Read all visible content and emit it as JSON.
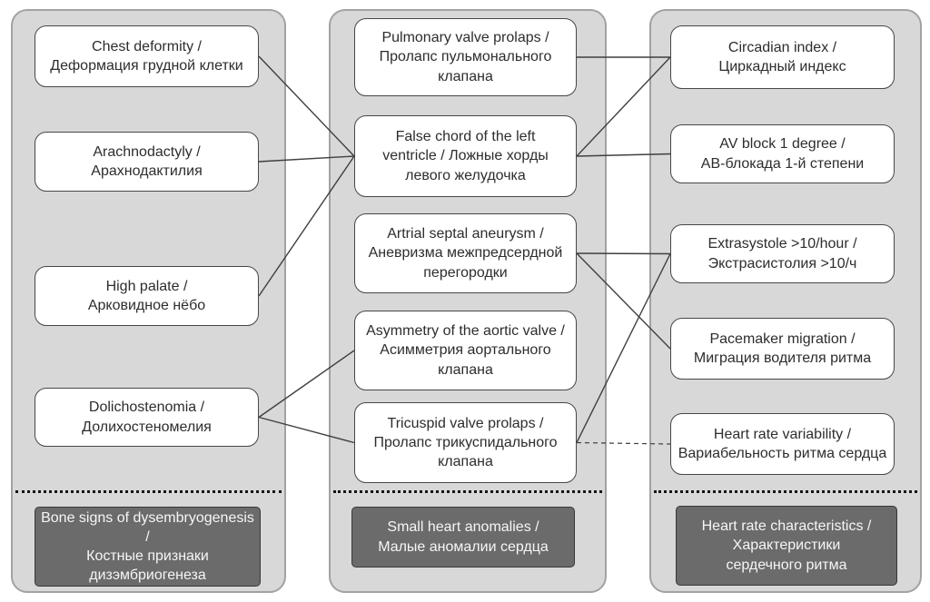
{
  "palette": {
    "panel_fill": "#d8d8d8",
    "panel_border": "#a2a2a2",
    "node_fill": "#ffffff",
    "node_border": "#474747",
    "footer_fill": "#6b6b6b",
    "footer_border": "#383838",
    "footer_text": "#f6f6f6",
    "text_color": "#2d2d2d",
    "line_color": "#3f3f3f",
    "dots_color": "#141414"
  },
  "columns": [
    {
      "footer": "Bone signs of dysembryogenesis /\nКостные признаки\nдизэмбриогенеза",
      "nodes": [
        {
          "id": "chest",
          "label": "Chest deformity /\nДеформация грудной клетки"
        },
        {
          "id": "arach",
          "label": "Arachnodactyly /\nАрахнодактилия"
        },
        {
          "id": "palate",
          "label": "High palate /\nАрковидное нёбо"
        },
        {
          "id": "dolicho",
          "label": "Dolichostenomia /\nДолихостеномелия"
        }
      ]
    },
    {
      "footer": "Small heart anomalies /\nМалые аномалии сердца",
      "nodes": [
        {
          "id": "pulmonary",
          "label": "Pulmonary valve prolaps /\nПролапс пульмонального\nклапана"
        },
        {
          "id": "falsechord",
          "label": "False chord of the left\nventricle / Ложные хорды\nлевого желудочка"
        },
        {
          "id": "asa",
          "label": "Artrial septal aneurysm /\nАневризма межпредсердной\nперегородки"
        },
        {
          "id": "aortic",
          "label": "Asymmetry of the aortic valve /\nАсимметрия аортального\nклапана"
        },
        {
          "id": "tricuspid",
          "label": "Tricuspid valve prolaps /\nПролапс трикуспидального\nклапана"
        }
      ]
    },
    {
      "footer": "Heart rate characteristics /\nХарактеристики\nсердечного ритма",
      "nodes": [
        {
          "id": "circadian",
          "label": "Circadian index /\nЦиркадный индекс"
        },
        {
          "id": "avblock",
          "label": "AV block 1 degree /\nАВ-блокада 1-й степени"
        },
        {
          "id": "extrasystole",
          "label": "Extrasystole >10/hour /\nЭкстрасистолия >10/ч"
        },
        {
          "id": "pacemaker",
          "label": "Pacemaker migration /\nМиграция водителя ритма"
        },
        {
          "id": "hrv",
          "label": "Heart rate variability /\nВариабельность ритма сердца"
        }
      ]
    }
  ],
  "edges": [
    {
      "from": "chest",
      "to": "falsechord",
      "style": "solid"
    },
    {
      "from": "arach",
      "to": "falsechord",
      "style": "solid"
    },
    {
      "from": "palate",
      "to": "falsechord",
      "style": "solid"
    },
    {
      "from": "dolicho",
      "to": "aortic",
      "style": "solid"
    },
    {
      "from": "dolicho",
      "to": "tricuspid",
      "style": "solid"
    },
    {
      "from": "pulmonary",
      "to": "circadian",
      "style": "solid"
    },
    {
      "from": "falsechord",
      "to": "circadian",
      "style": "solid"
    },
    {
      "from": "falsechord",
      "to": "avblock",
      "style": "solid"
    },
    {
      "from": "asa",
      "to": "extrasystole",
      "style": "solid"
    },
    {
      "from": "asa",
      "to": "pacemaker",
      "style": "solid"
    },
    {
      "from": "tricuspid",
      "to": "extrasystole",
      "style": "solid"
    },
    {
      "from": "tricuspid",
      "to": "hrv",
      "style": "dashed"
    }
  ]
}
